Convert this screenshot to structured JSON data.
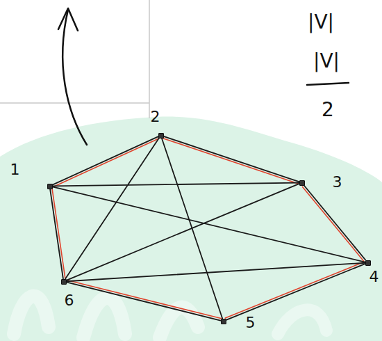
{
  "diagram": {
    "nodes": [
      {
        "text": [
          "1"
        ]
      },
      {
        "text": [
          "2"
        ]
      },
      {
        "text": [
          "3"
        ]
      },
      {
        "text": [
          "4"
        ]
      },
      {
        "text": [
          "5"
        ]
      },
      {
        "text": [
          "6"
        ]
      }
    ],
    "edges": [
      {
        "from": 0,
        "to": 1,
        "arrow": "none"
      },
      {
        "from": 1,
        "to": 2,
        "arrow": "none"
      },
      {
        "from": 2,
        "to": 3,
        "arrow": "none"
      },
      {
        "from": 3,
        "to": 4,
        "arrow": "none"
      },
      {
        "from": 4,
        "to": 5,
        "arrow": "none"
      },
      {
        "from": 5,
        "to": 0,
        "arrow": "none"
      },
      {
        "from": 0,
        "to": 2,
        "arrow": "none"
      },
      {
        "from": 0,
        "to": 3,
        "arrow": "none"
      },
      {
        "from": 1,
        "to": 4,
        "arrow": "none"
      },
      {
        "from": 1,
        "to": 5,
        "arrow": "none"
      },
      {
        "from": 5,
        "to": 2,
        "arrow": "none"
      },
      {
        "from": 5,
        "to": 3,
        "arrow": "none"
      }
    ],
    "labels": [
      "|V|",
      "|V|",
      "2"
    ]
  }
}
